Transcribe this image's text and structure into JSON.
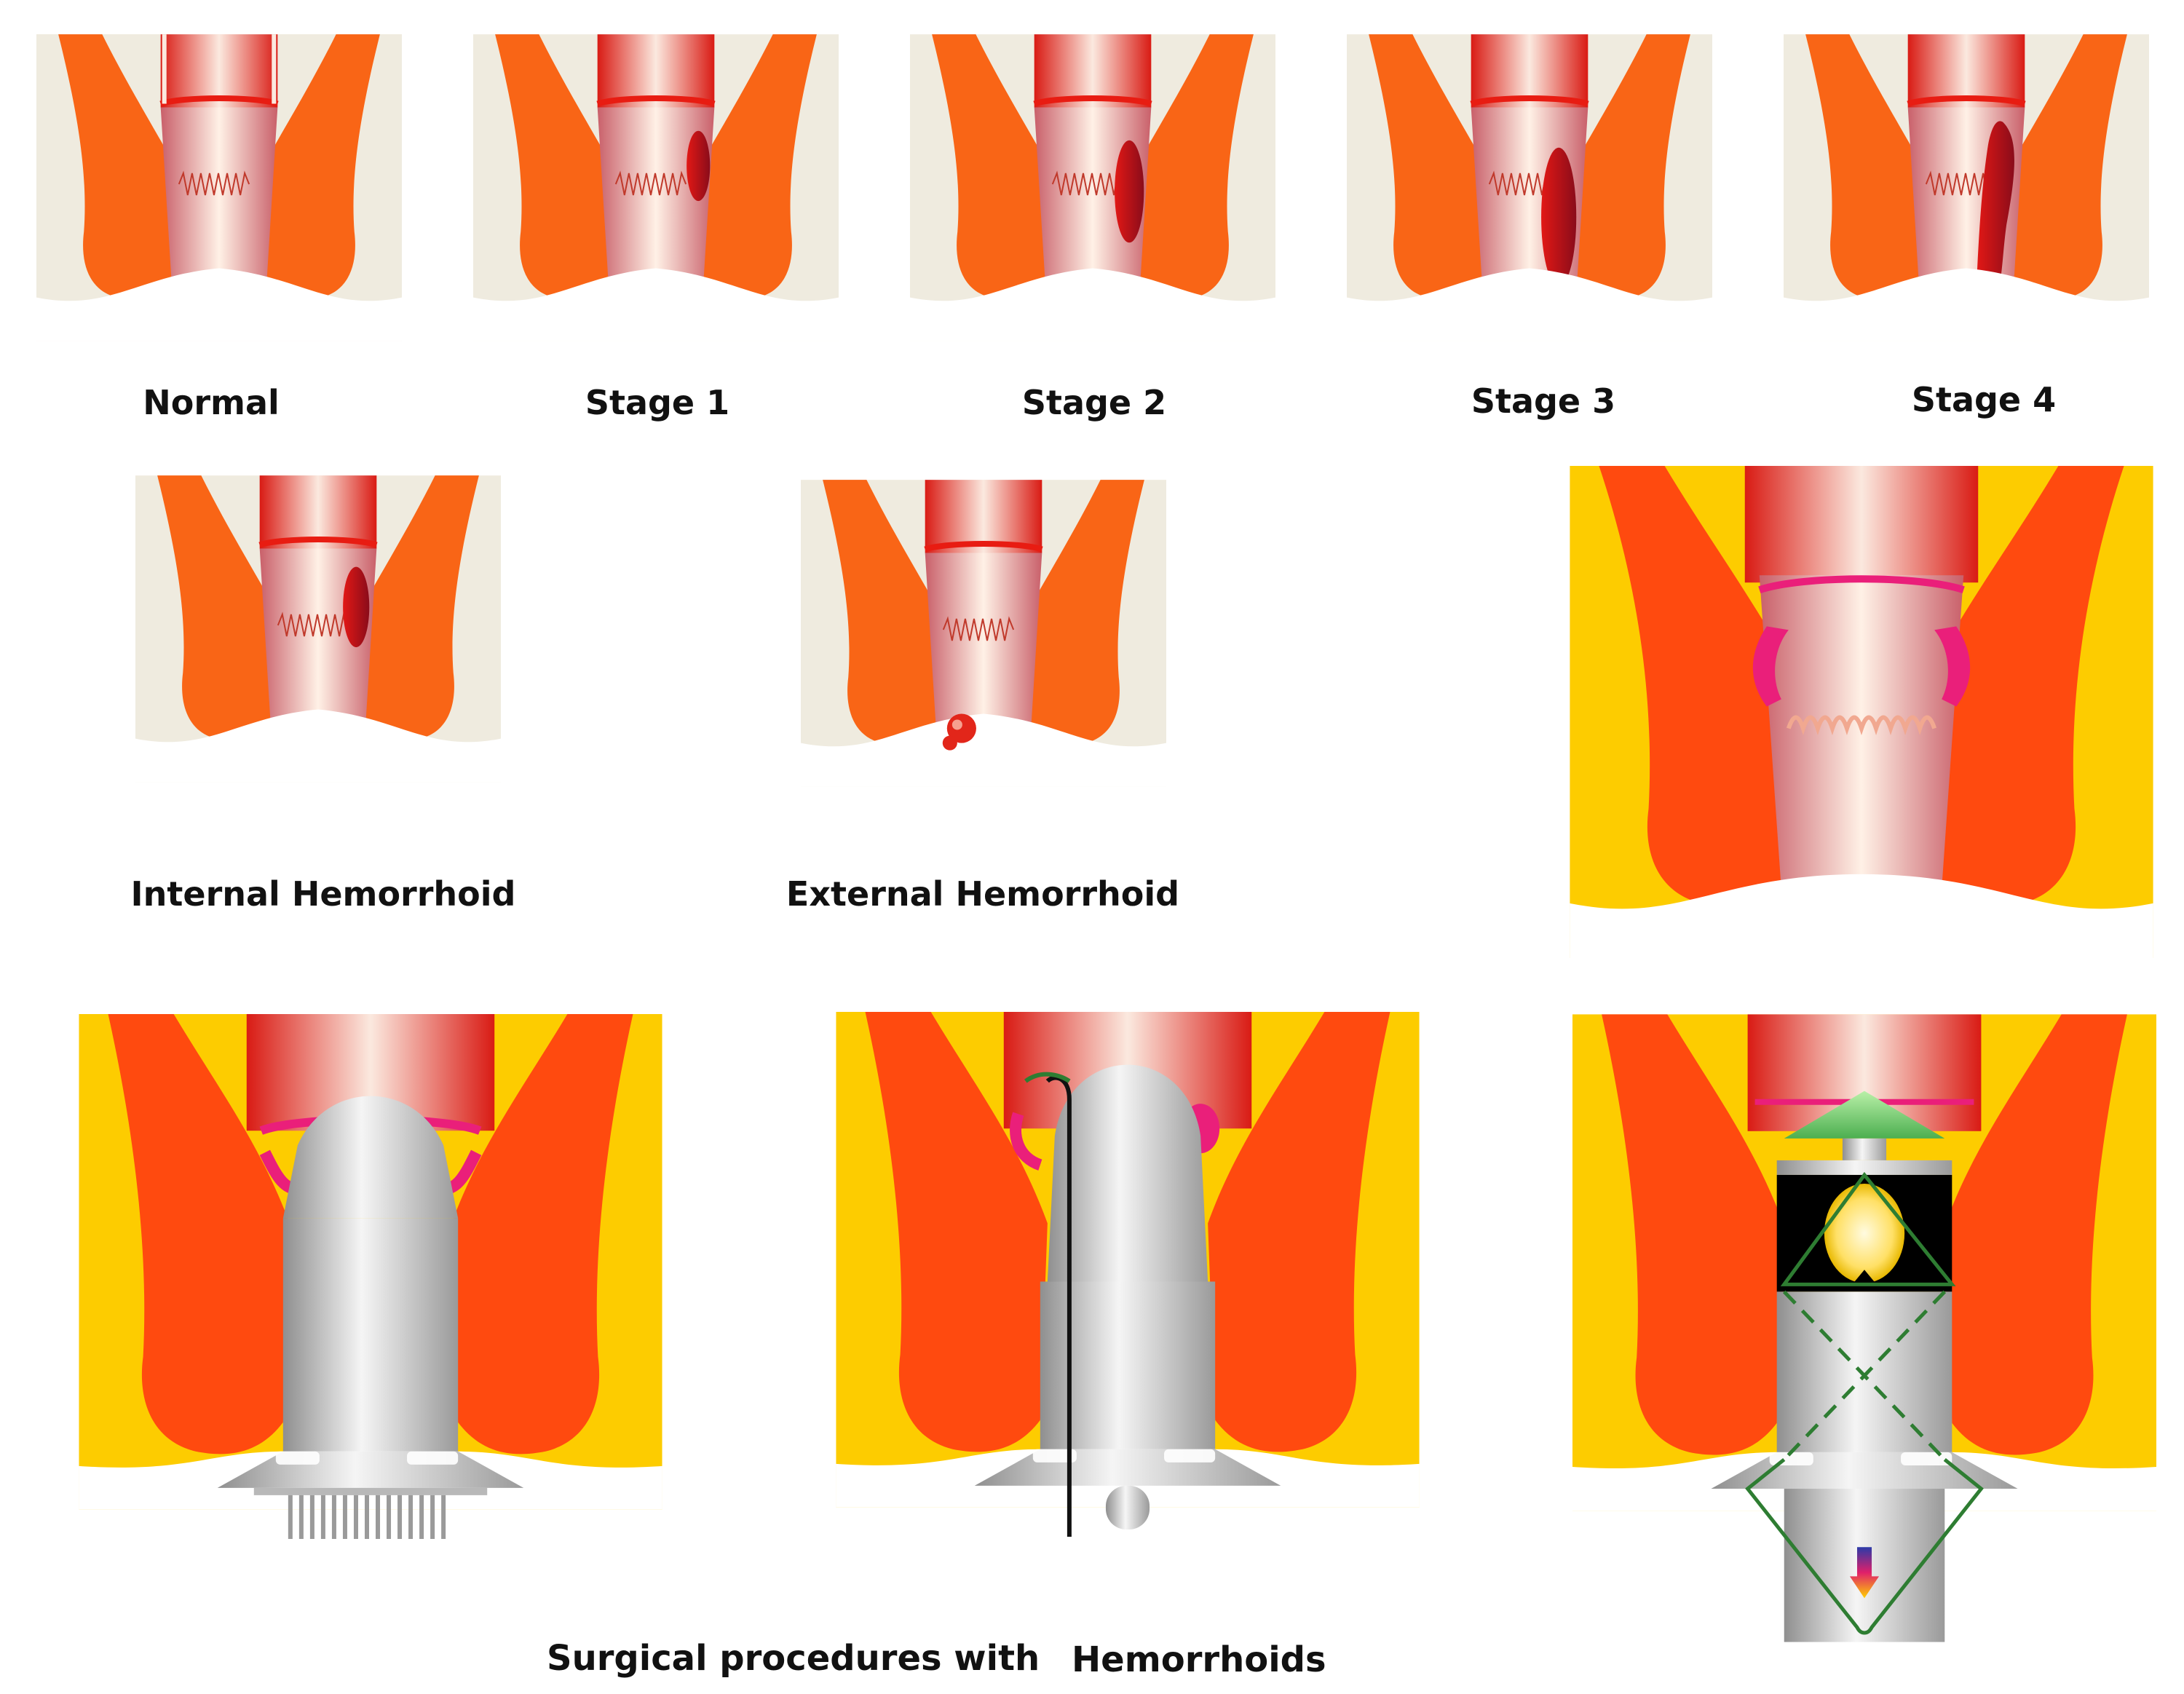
{
  "stage_labels": {
    "normal": "Normal",
    "stage1": "Stage 1",
    "stage2": "Stage 2",
    "stage3": "Stage 3",
    "stage4": "Stage 4"
  },
  "type_labels": {
    "internal": "Internal Hemorrhoid",
    "external": "External Hemorrhoid"
  },
  "caption": {
    "part1": "Surgical procedures with",
    "part2": "Hemorrhoids"
  },
  "colors": {
    "muscle": "#f96516",
    "muscle_dark": "#ff4a0f",
    "fat_light": "#efebdf",
    "fat_yellow": "#fdcc00",
    "canal_red": "#e81c12",
    "hemorrhoid": "#a8101c",
    "pink_tissue": "#ea1f7a",
    "steel": "#c8c8c8",
    "green": "#7ccd6c"
  },
  "hemorrhoid_sizes": {
    "normal": 0,
    "stage1": 1,
    "stage2": 2,
    "stage3": 3,
    "stage4": 4
  }
}
